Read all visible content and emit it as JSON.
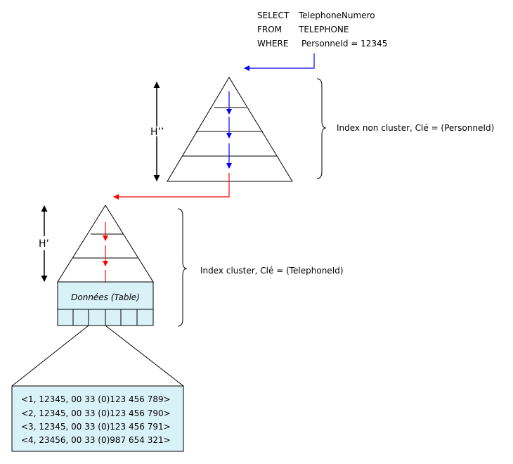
{
  "query": {
    "select_keyword": "SELECT",
    "select_value": "TelephoneNumero",
    "from_keyword": "FROM",
    "from_value": "TELEPHONE",
    "where_keyword": "WHERE",
    "where_value": "PersonneId = 12345"
  },
  "nonclustered_index": {
    "height_label": "H’’",
    "brace_label": "Index non cluster, Clé = (PersonneId)"
  },
  "clustered_index": {
    "height_label": "H’",
    "brace_label": "Index cluster, Clé = (TelephoneId)",
    "table_label": "Données (Table)"
  },
  "rows": [
    "<1, 12345, 00 33 (0)123 456 789>",
    "<2, 12345, 00 33 (0)123 456 790>",
    "<3, 12345, 00 33 (0)123 456 791>",
    "<4, 23456, 00 33 (0)987 654 321>"
  ],
  "colors": {
    "nonclustered_path": "#0000ff",
    "clustered_path": "#ff0000",
    "table_fill": "#d9f2f7",
    "line": "#000000"
  }
}
